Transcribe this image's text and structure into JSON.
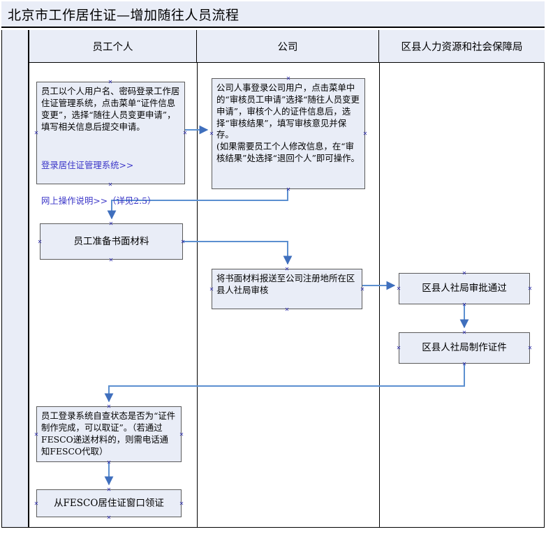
{
  "title": "北京市工作居住证—增加随往人员流程",
  "lanes": [
    {
      "label": "员工个人"
    },
    {
      "label": "公司"
    },
    {
      "label": "区县人力资源和社会保障局"
    }
  ],
  "colors": {
    "box_fill": "#e9edf7",
    "box_border": "#5a5a5a",
    "header_fill": "#e9edf7",
    "frame": "#000000",
    "connector": "#5b8fd0",
    "link_text": "#3b36c8"
  },
  "nodes": {
    "employee_login": {
      "text": "员工以个人用户名、密码登录工作居住证管理系统，点击菜单“证件信息变更”，选择“随往人员变更申请”，填写相关信息后提交申请。",
      "link1": "登录居住证管理系统>>",
      "link2": "网上操作说明>>（详见2.5）"
    },
    "company_review": {
      "text": "公司人事登录公司用户，点击菜单中的“审核员工申请”选择“随往人员变更申请”，审核个人的证件信息后，选择“审核结果”，填写审核意见并保存。\n(如果需要员工个人修改信息，在“审核结果”处选择“退回个人”即可操作。"
    },
    "prepare_docs": {
      "text": "员工准备书面材料"
    },
    "submit_docs": {
      "text": "将书面材料报送至公司注册地所在区县人社局审核"
    },
    "bureau_approve": {
      "text": "区县人社局审批通过"
    },
    "bureau_make_cert": {
      "text": "区县人社局制作证件"
    },
    "self_check": {
      "text": "员工登录系统自查状态是否为“证件制作完成，可以取证”。（若通过FESCO递送材料的，则需电话通知FESCO代取）"
    },
    "collect_cert": {
      "text": "从FESCO居住证窗口领证"
    }
  },
  "chart_data": {
    "type": "diagram",
    "title": "北京市工作居住证—增加随往人员流程",
    "lanes": [
      "员工个人",
      "公司",
      "区县人力资源和社会保障局"
    ],
    "nodes": [
      {
        "id": "employee_login",
        "lane": "员工个人",
        "order": 1
      },
      {
        "id": "company_review",
        "lane": "公司",
        "order": 2
      },
      {
        "id": "prepare_docs",
        "lane": "员工个人",
        "order": 3
      },
      {
        "id": "submit_docs",
        "lane": "公司",
        "order": 4
      },
      {
        "id": "bureau_approve",
        "lane": "区县人力资源和社会保障局",
        "order": 5
      },
      {
        "id": "bureau_make_cert",
        "lane": "区县人力资源和社会保障局",
        "order": 6
      },
      {
        "id": "self_check",
        "lane": "员工个人",
        "order": 7
      },
      {
        "id": "collect_cert",
        "lane": "员工个人",
        "order": 8
      }
    ],
    "edges": [
      {
        "from": "employee_login",
        "to": "company_review"
      },
      {
        "from": "company_review",
        "to": "prepare_docs"
      },
      {
        "from": "prepare_docs",
        "to": "submit_docs"
      },
      {
        "from": "submit_docs",
        "to": "bureau_approve"
      },
      {
        "from": "bureau_approve",
        "to": "bureau_make_cert"
      },
      {
        "from": "bureau_make_cert",
        "to": "self_check"
      },
      {
        "from": "self_check",
        "to": "collect_cert"
      }
    ]
  }
}
